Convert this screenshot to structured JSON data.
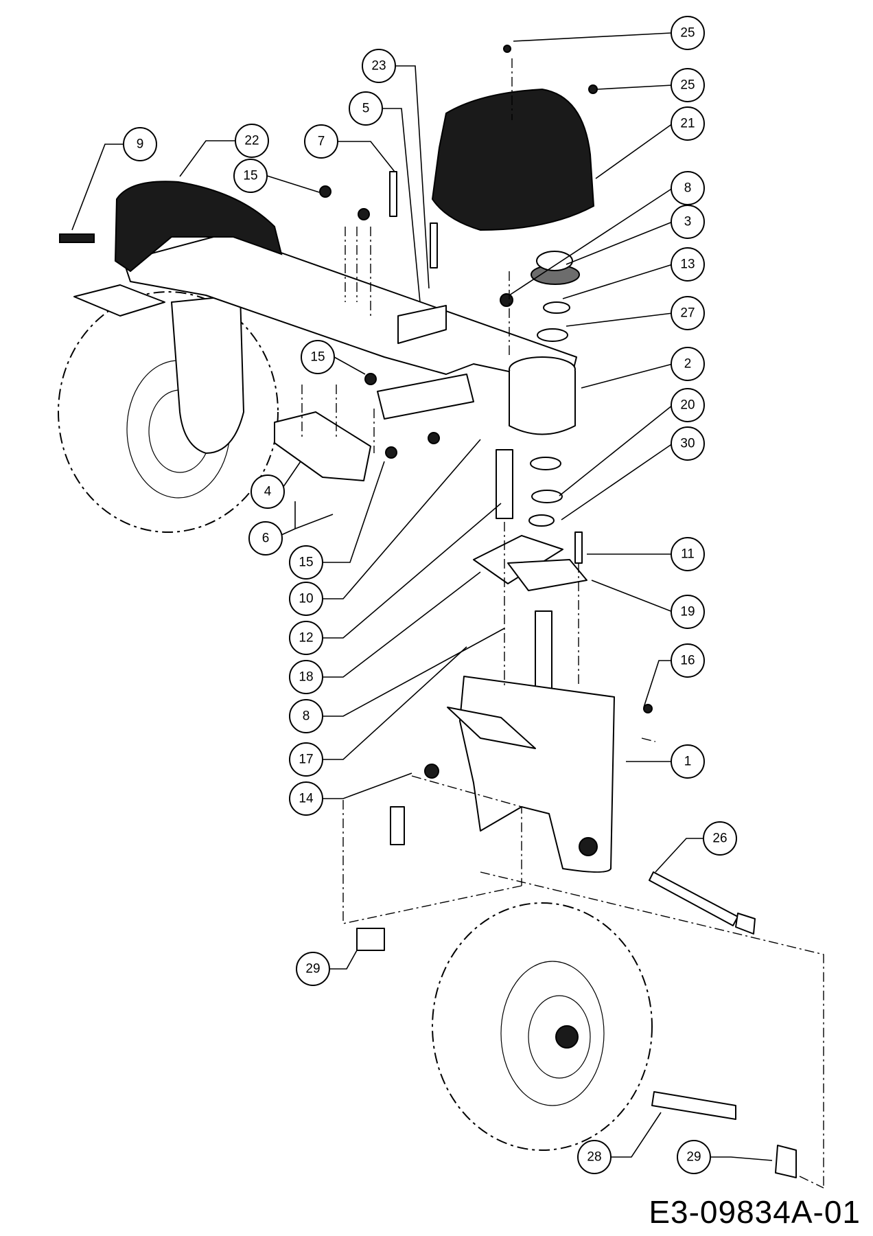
{
  "drawing_code": "E3-09834A-01",
  "callouts": [
    {
      "label": "25"
    },
    {
      "label": "25"
    },
    {
      "label": "23"
    },
    {
      "label": "5"
    },
    {
      "label": "21"
    },
    {
      "label": "9"
    },
    {
      "label": "22"
    },
    {
      "label": "7"
    },
    {
      "label": "15"
    },
    {
      "label": "8"
    },
    {
      "label": "3"
    },
    {
      "label": "13"
    },
    {
      "label": "27"
    },
    {
      "label": "15"
    },
    {
      "label": "2"
    },
    {
      "label": "20"
    },
    {
      "label": "30"
    },
    {
      "label": "4"
    },
    {
      "label": "6"
    },
    {
      "label": "11"
    },
    {
      "label": "15"
    },
    {
      "label": "10"
    },
    {
      "label": "19"
    },
    {
      "label": "12"
    },
    {
      "label": "16"
    },
    {
      "label": "18"
    },
    {
      "label": "8"
    },
    {
      "label": "17"
    },
    {
      "label": "1"
    },
    {
      "label": "14"
    },
    {
      "label": "26"
    },
    {
      "label": "29"
    },
    {
      "label": "28"
    },
    {
      "label": "29"
    }
  ]
}
